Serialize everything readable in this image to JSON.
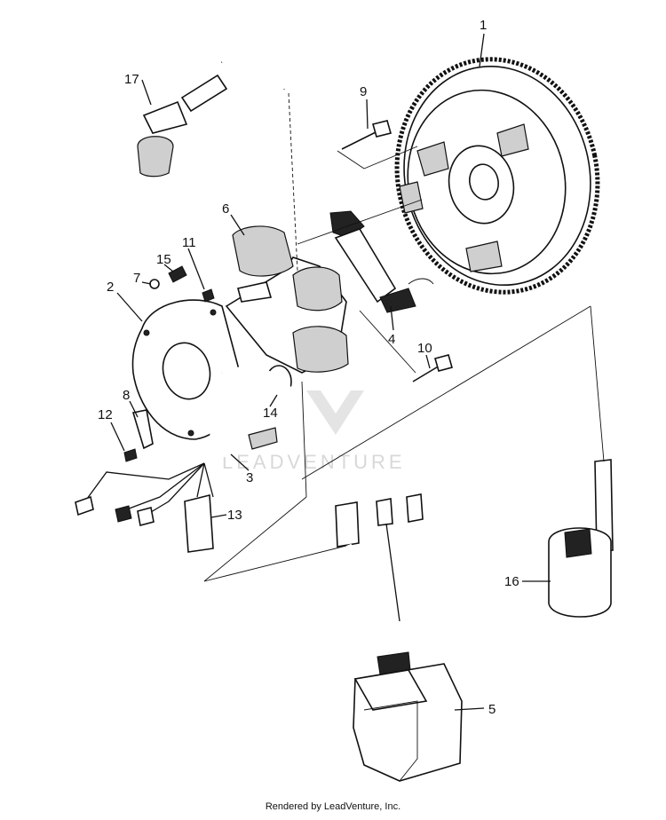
{
  "diagram": {
    "callouts": [
      "1",
      "2",
      "3",
      "4",
      "5",
      "6",
      "7",
      "8",
      "9",
      "10",
      "11",
      "12",
      "13",
      "14",
      "15",
      "16",
      "17"
    ],
    "watermark": "LEADVENTURE"
  },
  "footer": {
    "credit": "Rendered by LeadVenture, Inc."
  }
}
